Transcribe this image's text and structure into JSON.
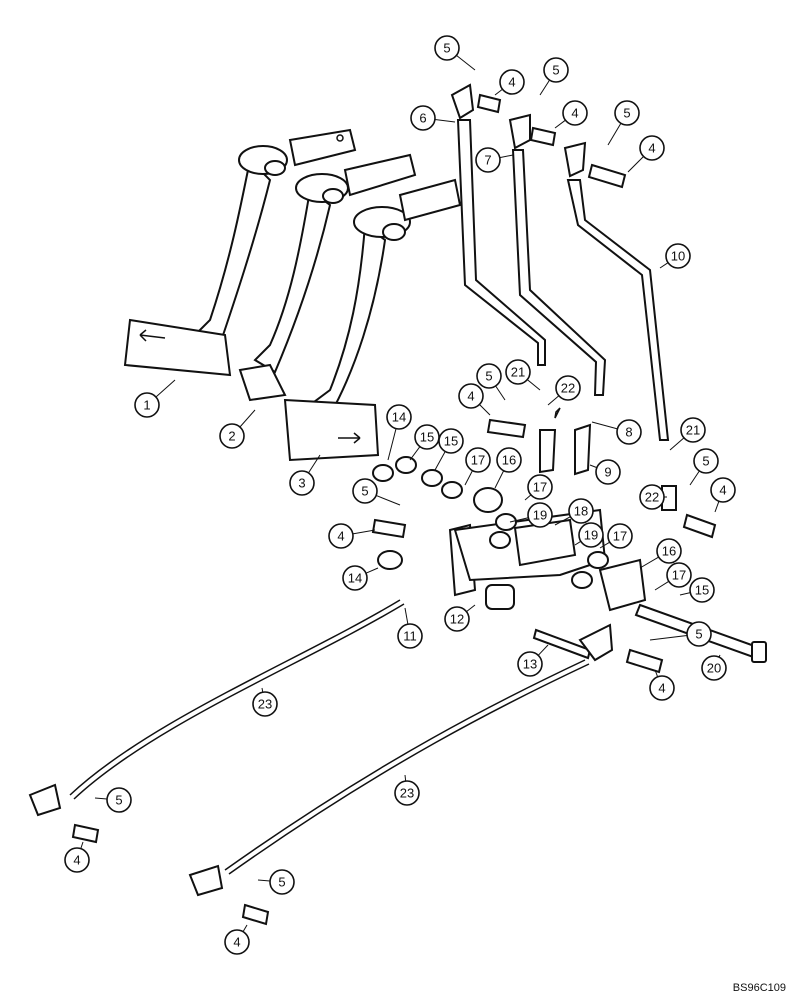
{
  "diagram_code": "BS96C109",
  "callouts": [
    {
      "text": "5"
    },
    {
      "text": "4"
    },
    {
      "text": "5"
    },
    {
      "text": "6"
    },
    {
      "text": "4"
    },
    {
      "text": "5"
    },
    {
      "text": "7"
    },
    {
      "text": "4"
    },
    {
      "text": "10"
    },
    {
      "text": "1"
    },
    {
      "text": "2"
    },
    {
      "text": "3"
    },
    {
      "text": "5"
    },
    {
      "text": "21"
    },
    {
      "text": "4"
    },
    {
      "text": "22"
    },
    {
      "text": "8"
    },
    {
      "text": "14"
    },
    {
      "text": "15"
    },
    {
      "text": "15"
    },
    {
      "text": "17"
    },
    {
      "text": "16"
    },
    {
      "text": "9"
    },
    {
      "text": "21"
    },
    {
      "text": "5"
    },
    {
      "text": "22"
    },
    {
      "text": "4"
    },
    {
      "text": "5"
    },
    {
      "text": "17"
    },
    {
      "text": "4"
    },
    {
      "text": "19"
    },
    {
      "text": "18"
    },
    {
      "text": "19"
    },
    {
      "text": "17"
    },
    {
      "text": "16"
    },
    {
      "text": "14"
    },
    {
      "text": "17"
    },
    {
      "text": "15"
    },
    {
      "text": "11"
    },
    {
      "text": "12"
    },
    {
      "text": "5"
    },
    {
      "text": "20"
    },
    {
      "text": "13"
    },
    {
      "text": "4"
    },
    {
      "text": "23"
    },
    {
      "text": "5"
    },
    {
      "text": "23"
    },
    {
      "text": "4"
    },
    {
      "text": "5"
    },
    {
      "text": "4"
    }
  ]
}
